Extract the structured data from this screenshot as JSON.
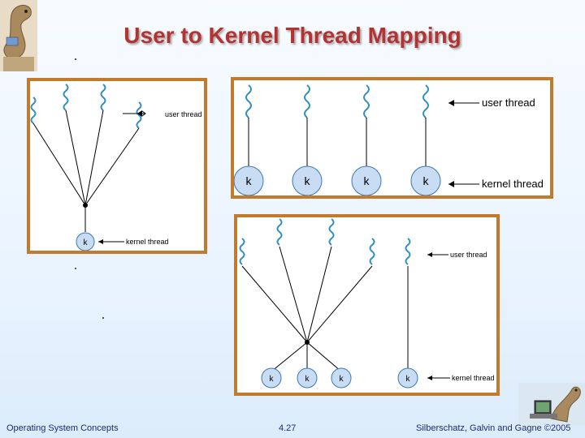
{
  "slide": {
    "title": "User to Kernel Thread Mapping"
  },
  "diagrams": {
    "many_to_one": {
      "user_label": "user thread",
      "kernel_label": "kernel thread",
      "k": "k"
    },
    "one_to_one": {
      "user_label": "user thread",
      "kernel_label": "kernel thread",
      "k": "k"
    },
    "many_to_many": {
      "user_label": "user thread",
      "kernel_label": "kernel thread",
      "k": "k"
    }
  },
  "footer": {
    "left": "Operating System Concepts",
    "center": "4.27",
    "right": "Silberschatz, Galvin and Gagne ©2005"
  },
  "colors": {
    "title": "#b03434",
    "frame": "#c27a2c",
    "kernel_circle": "#c8dcf4",
    "thread_wave": "#2f8fc4",
    "footer_text": "#1b2a74"
  },
  "icons": [
    "dinosaur-logo-top",
    "dinosaur-logo-bottom"
  ]
}
